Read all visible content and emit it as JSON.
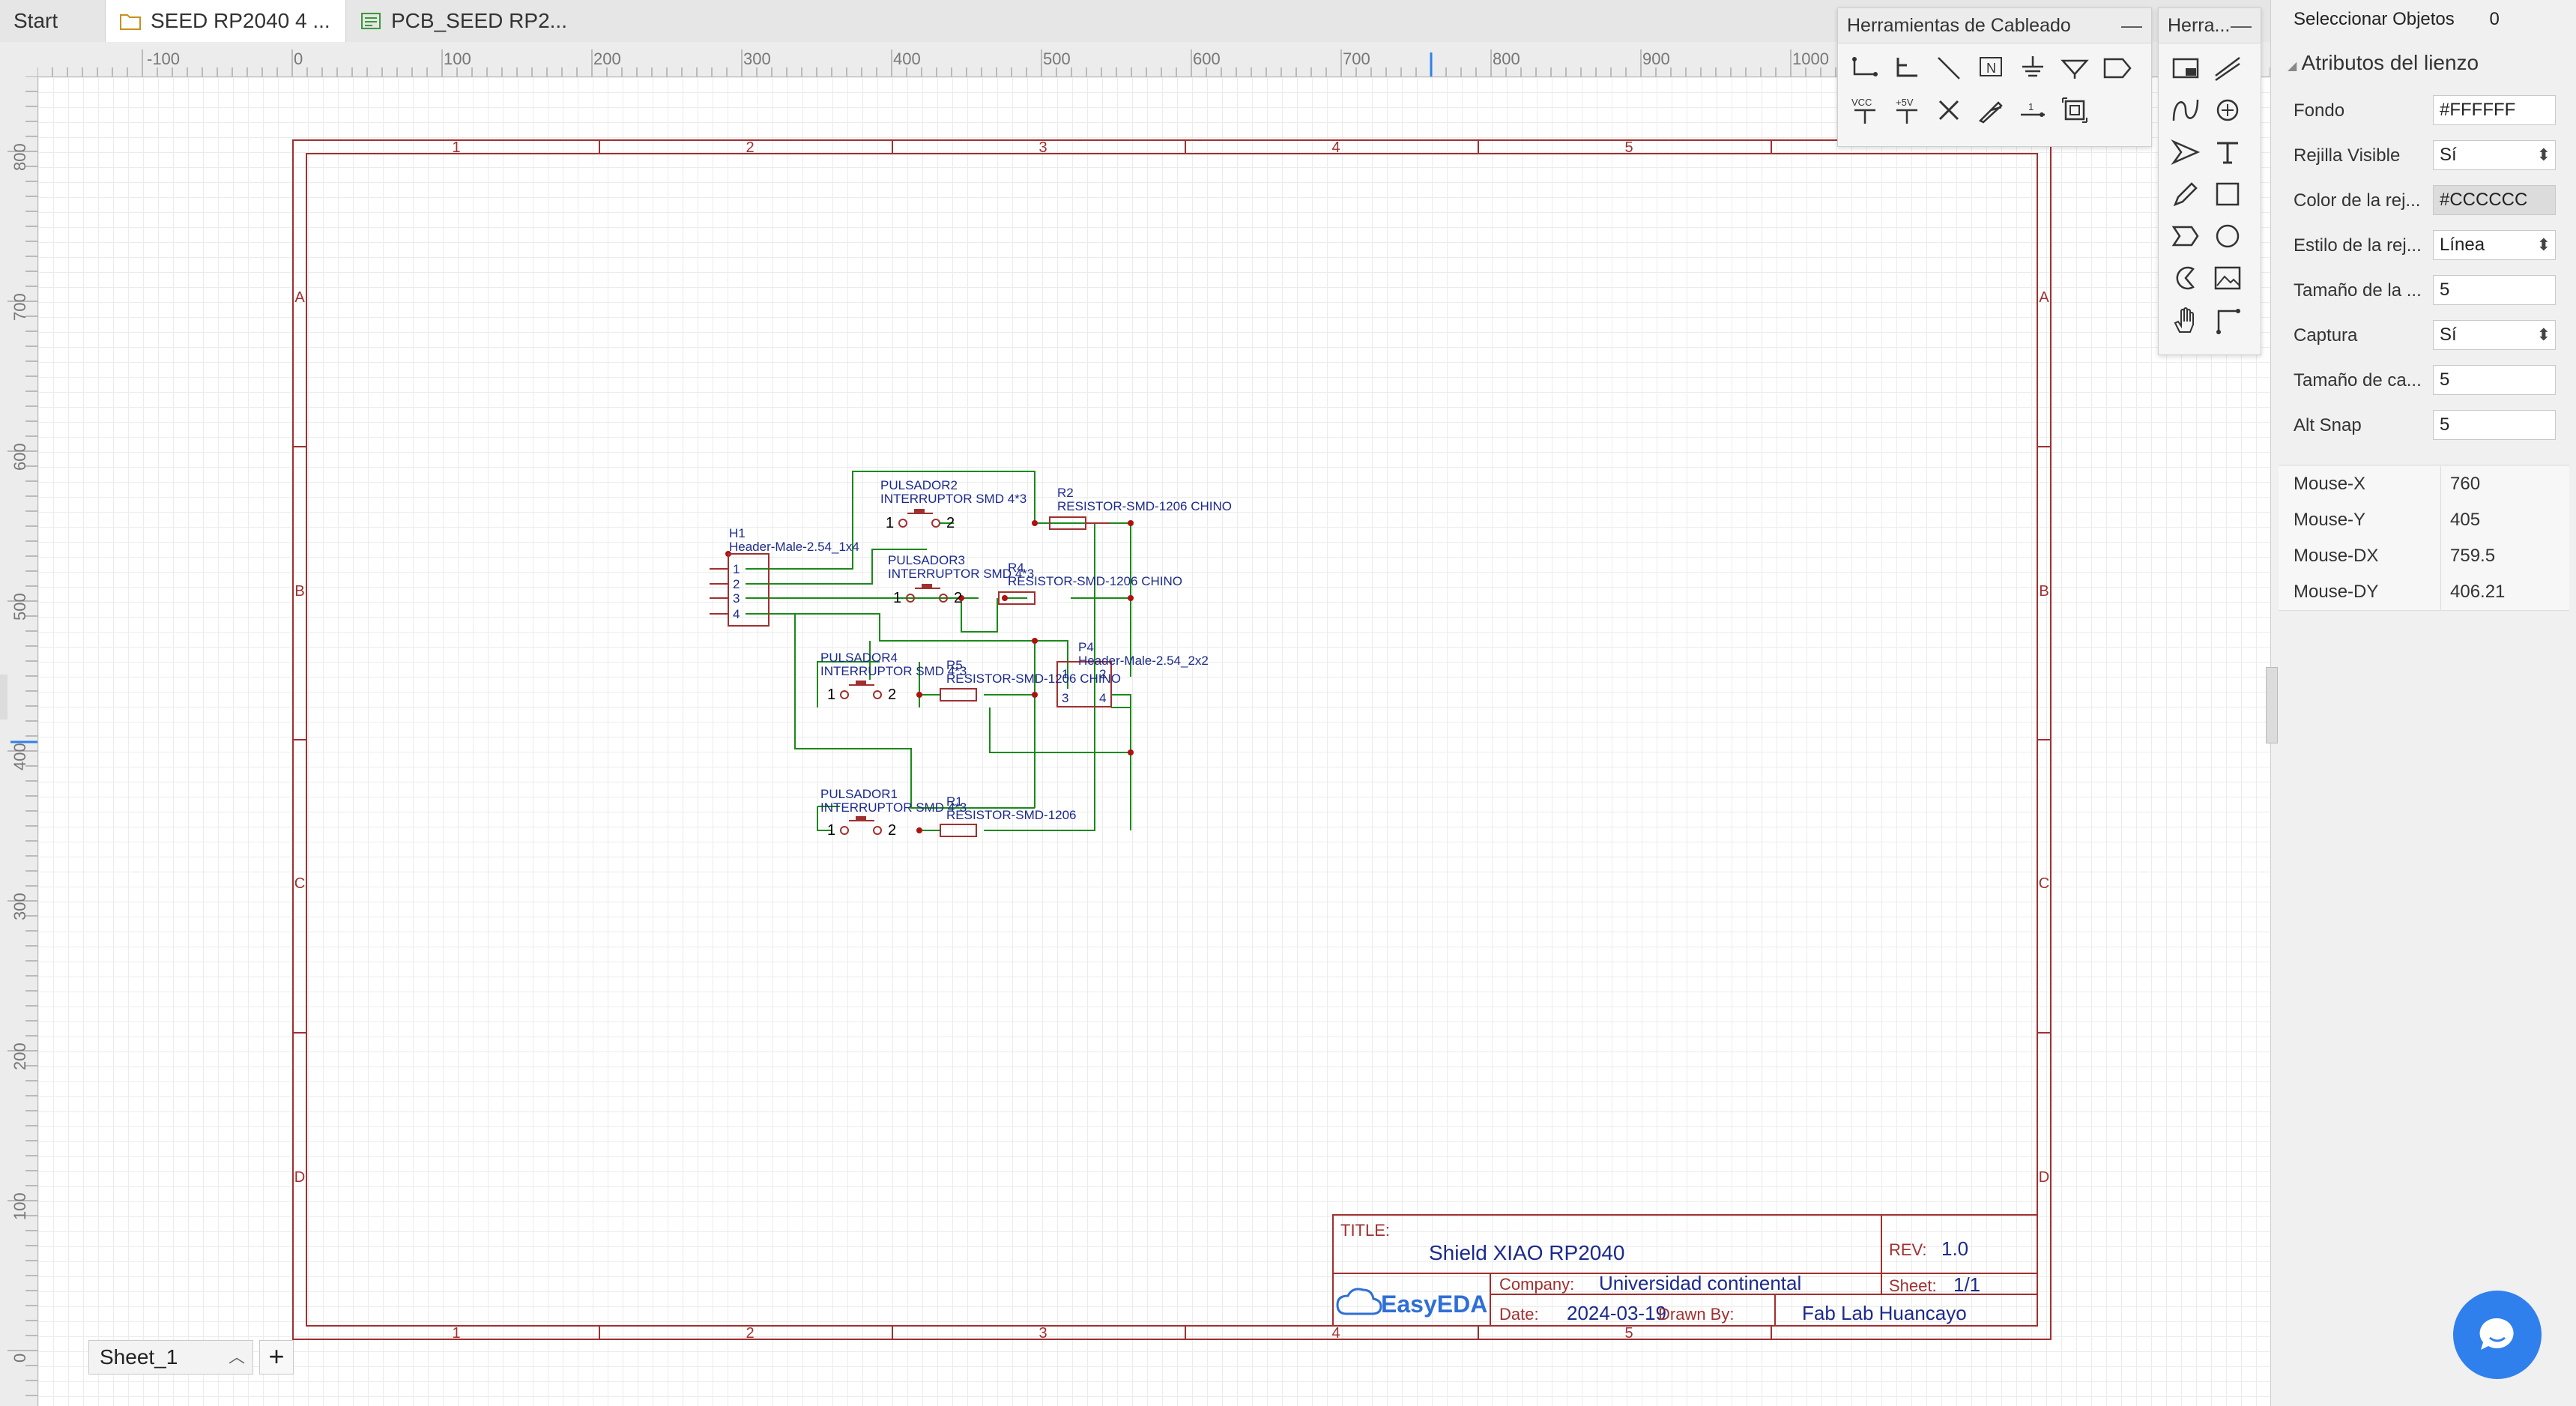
{
  "tabs": [
    {
      "label": "Start",
      "icon": "none"
    },
    {
      "label": "SEED RP2040 4 ...",
      "icon": "folder-icon"
    },
    {
      "label": "PCB_SEED RP2...",
      "icon": "pcb-icon"
    }
  ],
  "ruler": {
    "top": [
      "-100",
      "0",
      "100",
      "200",
      "300",
      "400",
      "500",
      "600",
      "700",
      "800",
      "900",
      "1000"
    ],
    "left": [
      "800",
      "700",
      "600",
      "500",
      "400",
      "300",
      "200",
      "100",
      "0"
    ]
  },
  "frame": {
    "columns": [
      "1",
      "2",
      "3",
      "4",
      "5"
    ],
    "rows": [
      "A",
      "B",
      "C",
      "D"
    ]
  },
  "components": {
    "h1_ref": "H1",
    "h1_value": "Header-Male-2.54_1x4",
    "h1_pins": [
      "1",
      "2",
      "3",
      "4"
    ],
    "pulsador2_ref": "PULSADOR2",
    "pulsador2_value": "INTERRUPTOR SMD 4*3",
    "pulsador3_ref": "PULSADOR3",
    "pulsador3_value": "INTERRUPTOR SMD 4*3",
    "pulsador4_ref": "PULSADOR4",
    "pulsador4_value": "INTERRUPTOR SMD 4*3",
    "pulsador1_ref": "PULSADOR1",
    "pulsador1_value": "INTERRUPTOR SMD 4*3",
    "r2_ref": "R2",
    "r2_value": "RESISTOR-SMD-1206 CHINO",
    "r4_ref": "R4",
    "r4_value": "RESISTOR-SMD-1206 CHINO",
    "r5_ref": "R5",
    "r5_value": "RESISTOR-SMD-1206 CHINO",
    "r1_ref": "R1",
    "r1_value": "RESISTOR-SMD-1206",
    "p4_ref": "P4",
    "p4_value": "Header-Male-2.54_2x2",
    "pin_1": "1",
    "pin_2": "2",
    "pin_3": "3",
    "pin_4": "4"
  },
  "titleblock": {
    "title_label": "TITLE:",
    "title": "Shield XIAO RP2040",
    "rev_label": "REV:",
    "rev": "1.0",
    "company_label": "Company:",
    "company": "Universidad continental",
    "sheet_label": "Sheet:",
    "sheet": "1/1",
    "date_label": "Date:",
    "date": "2024-03-19",
    "drawn_label": "Drawn By:",
    "drawn": "Fab Lab Huancayo",
    "logo": "EasyEDA"
  },
  "wiring_tools": {
    "title": "Herramientas de Cableado",
    "icons": [
      "wire-icon",
      "bus-icon",
      "bus-entry-icon",
      "net-label-icon",
      "ground-icon",
      "net-port-icon",
      "net-flag-icon",
      "vcc-icon",
      "plus5v-icon",
      "no-connect-icon",
      "probe-icon",
      "pin-icon",
      "group-icon"
    ],
    "vcc_text": "VCC",
    "plus5v_text": "+5V",
    "net_text": "N"
  },
  "drawing_tools": {
    "title": "Herra...",
    "icons": [
      "image-frame-icon",
      "line-draw-icon",
      "bezier-icon",
      "arc-icon",
      "arrow-icon",
      "text-icon",
      "pencil-icon",
      "rectangle-icon",
      "polygon-icon",
      "circle-icon",
      "pie-icon",
      "image-icon",
      "hand-icon",
      "polyline-icon"
    ]
  },
  "properties": {
    "select_label": "Seleccionar Objetos",
    "select_count": "0",
    "section_title": "Atributos del lienzo",
    "rows": [
      {
        "label": "Fondo",
        "value": "#FFFFFF",
        "kind": "input"
      },
      {
        "label": "Rejilla Visible",
        "value": "Sí",
        "kind": "select"
      },
      {
        "label": "Color de la rej...",
        "value": "#CCCCCC",
        "kind": "color"
      },
      {
        "label": "Estilo de la rej...",
        "value": "Línea",
        "kind": "select"
      },
      {
        "label": "Tamaño de la ...",
        "value": "5",
        "kind": "input"
      },
      {
        "label": "Captura",
        "value": "Sí",
        "kind": "select"
      },
      {
        "label": "Tamaño de ca...",
        "value": "5",
        "kind": "input"
      },
      {
        "label": "Alt Snap",
        "value": "5",
        "kind": "input"
      }
    ],
    "mouse": [
      {
        "label": "Mouse-X",
        "value": "760"
      },
      {
        "label": "Mouse-Y",
        "value": "405"
      },
      {
        "label": "Mouse-DX",
        "value": "759.5"
      },
      {
        "label": "Mouse-DY",
        "value": "406.21"
      }
    ]
  },
  "bottom": {
    "sheet_tab": "Sheet_1",
    "add_sheet": "+"
  },
  "colors": {
    "frame": "#a03030",
    "wire": "#1a8a1a",
    "symbol": "#a03030",
    "text": "#1c2a8c",
    "accent": "#2f80ed"
  }
}
